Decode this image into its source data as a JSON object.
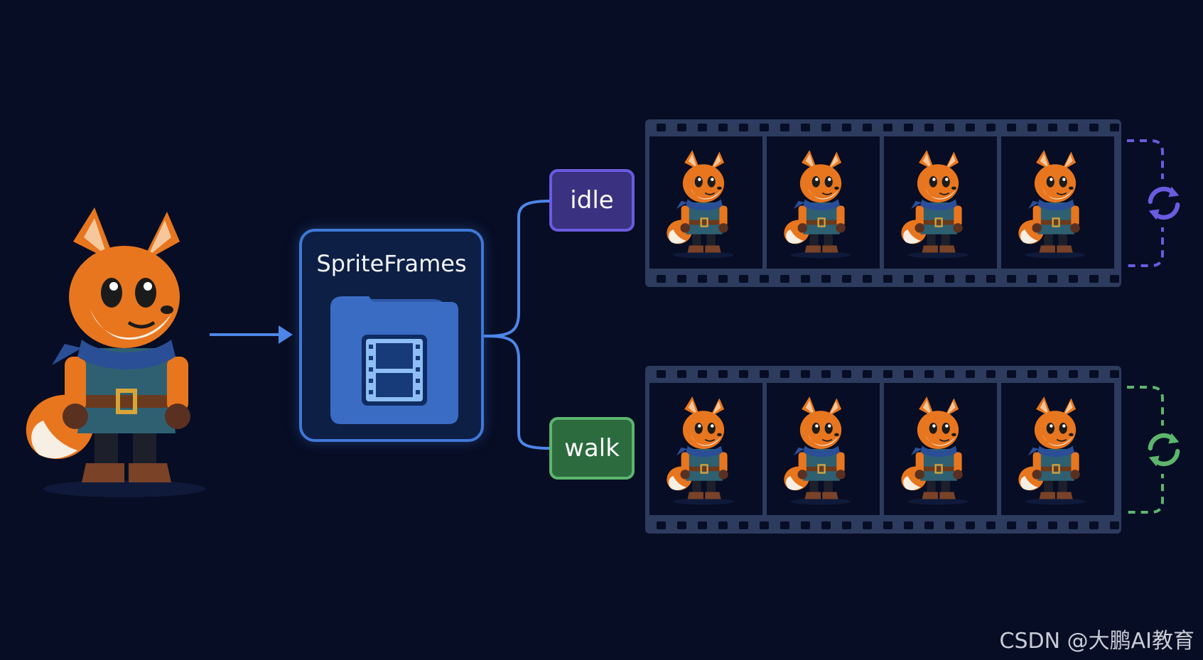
{
  "diagram": {
    "source_node": {
      "label": "SpriteFrames"
    },
    "animations": [
      {
        "name": "idle",
        "frames": 4,
        "loop": true,
        "color": "#6a5be0"
      },
      {
        "name": "walk",
        "frames": 4,
        "loop": true,
        "color": "#5db56d"
      }
    ],
    "icons": {
      "character": "fox-character-icon",
      "resource": "film-book-icon",
      "loop": "loop-icon"
    }
  },
  "watermark": "CSDN @大鹏AI教育"
}
